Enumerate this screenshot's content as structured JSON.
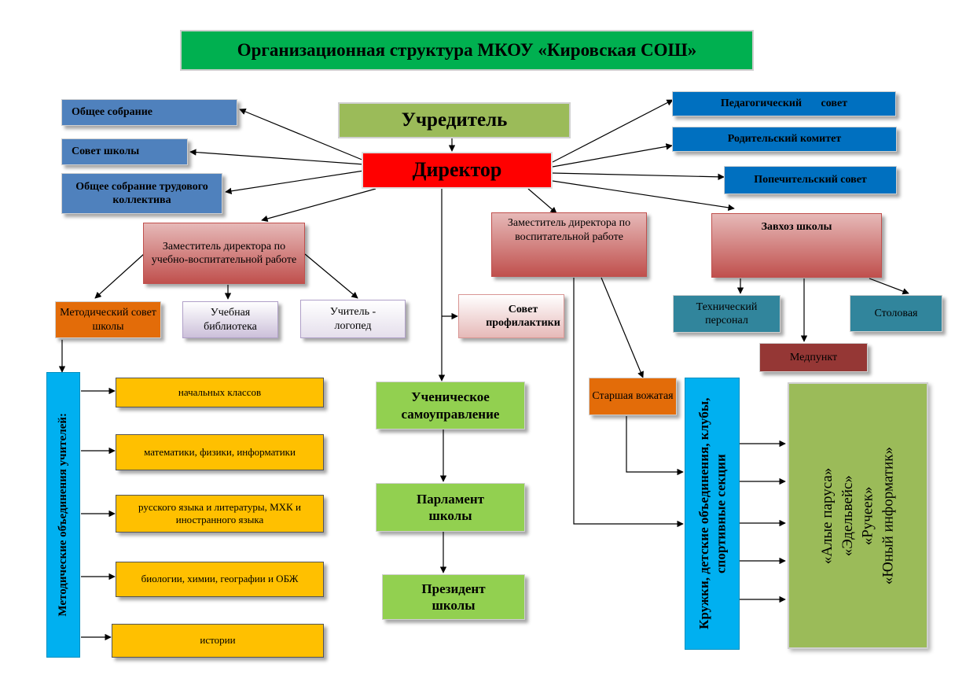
{
  "title": "Организационная структура МКОУ «Кировская СОШ»",
  "founder": "Учредитель",
  "director": "Директор",
  "left_councils": [
    "Общее собрание",
    "Совет школы",
    "Общее собрание трудового коллектива"
  ],
  "right_councils": [
    "Педагогический       совет",
    "Родительский комитет",
    "Попечительский совет"
  ],
  "deputy_study": "Заместитель директора по учебно-воспитательной работе",
  "deputy_upbringing": "Заместитель директора по воспитательной работе",
  "caretaker": "Завхоз школы",
  "methodical_council": "Методический совет школы",
  "library": "Учебная библиотека",
  "speech_therapist": "Учитель - логопед",
  "prevention_council": "Совет профилактики",
  "technical_staff": "Технический персонал",
  "canteen": "Столовая",
  "medical_office": "Медпункт",
  "teacher_associations": "Методические объединения учителей:",
  "subject_groups": [
    "начальных классов",
    "математики, физики, информатики",
    "русского языка и литературы, МХК и иностранного языка",
    "биологии, химии, географии и ОБЖ",
    "истории"
  ],
  "student_self_government": "Ученическое самоуправление",
  "school_parliament": "Парламент школы",
  "school_president": "Президент школы",
  "senior_counselor": "Старшая вожатая",
  "clubs": "Кружки, детские объединения, клубы,  спортивные секции",
  "associations": [
    "«Алые паруса»",
    "«Эдельвейс»",
    "«Ручеек»",
    "«Юный информатик»"
  ],
  "colors": {
    "title_green": "#00b050",
    "olive": "#9bbb59",
    "red": "#ff0000",
    "steel_blue": "#4f81bd",
    "royal_blue": "#0070c0",
    "maroon_gradient": "#c0504d",
    "orange": "#e36c09",
    "lavender": "#ccc0da",
    "teal": "#31859c",
    "dark_red": "#953735",
    "gold": "#ffc000",
    "sky_blue": "#00b0f0",
    "lime": "#92d050"
  }
}
